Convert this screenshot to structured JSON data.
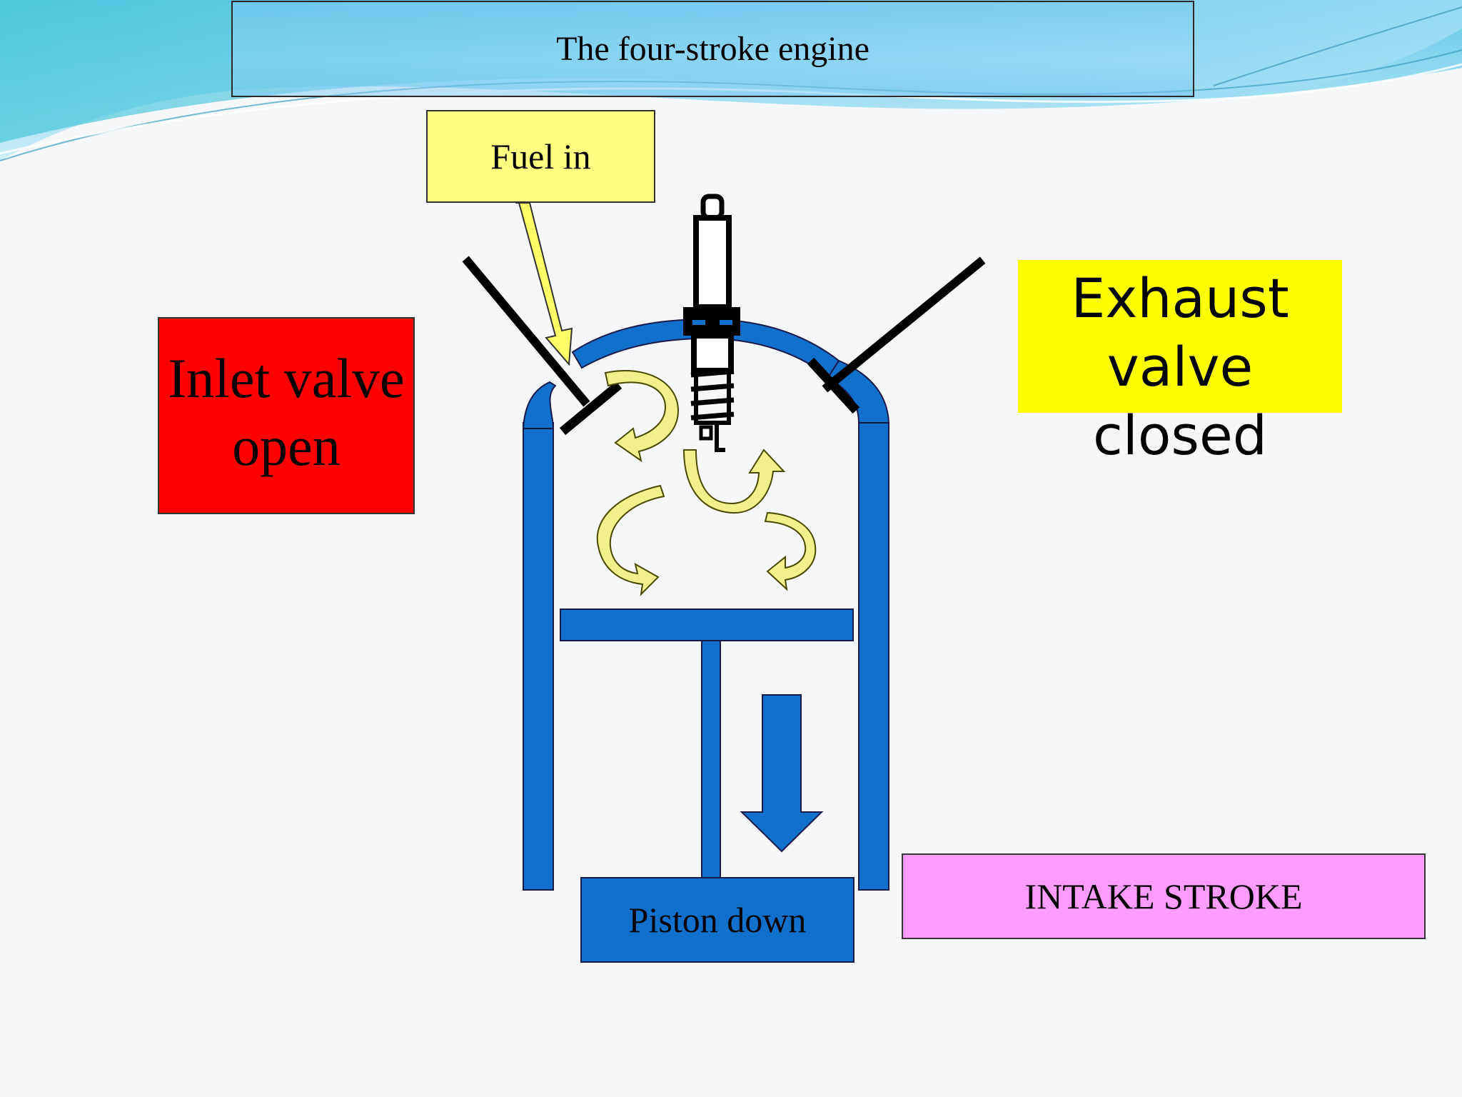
{
  "title": "The four-stroke engine",
  "labels": {
    "fuel_in": "Fuel in",
    "inlet_valve_line1": "Inlet valve",
    "inlet_valve_line2": "open",
    "exhaust_line1": "Exhaust",
    "exhaust_line2": "valve",
    "exhaust_line3": "closed",
    "stroke": "INTAKE STROKE",
    "piston": "Piston down"
  },
  "colors": {
    "cylinder_blue": "#1070cc",
    "fuel_box_yellow": "#ffff80",
    "inlet_box_red": "#ff0000",
    "exhaust_box_yellow": "#ffff00",
    "stroke_box_pink": "#ff9cff",
    "swirl_arrow_yellow": "#f2f08a",
    "valve_black": "#000000"
  },
  "icons": {
    "spark_plug": "spark-plug-icon",
    "down_arrow": "arrow-down-icon",
    "swirl_arrows": "curved-arrow-icon"
  }
}
